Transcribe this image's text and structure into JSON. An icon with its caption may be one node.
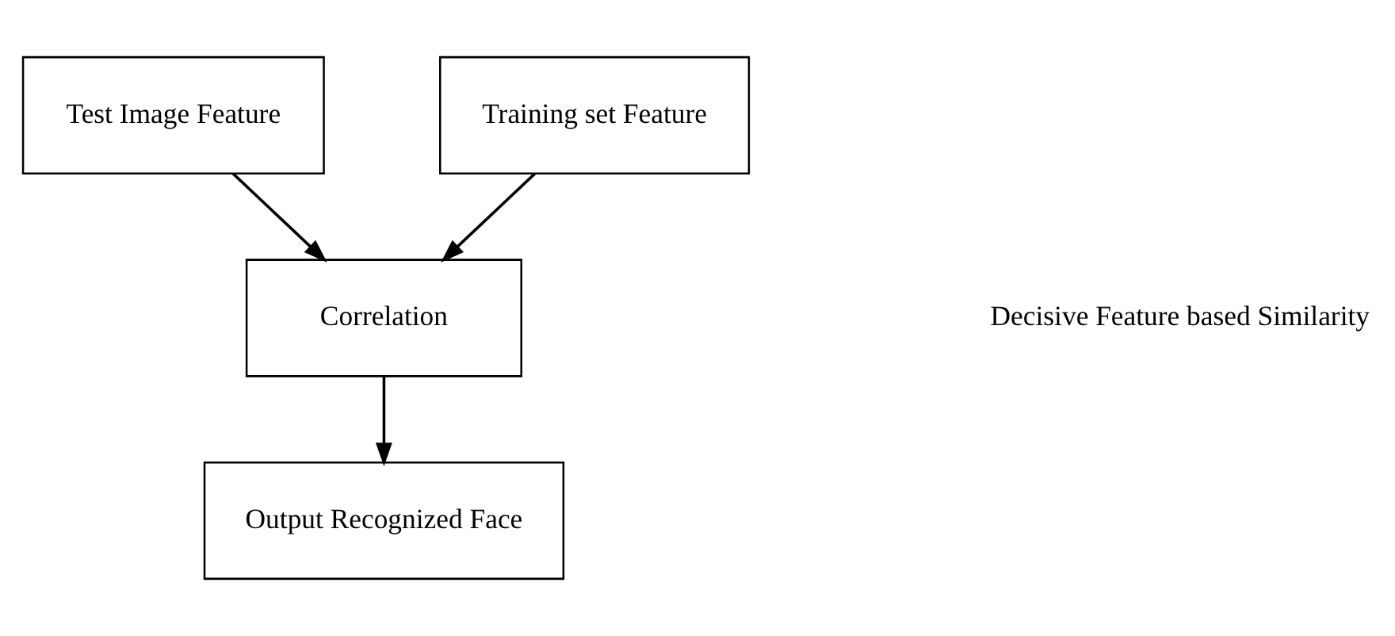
{
  "diagram": {
    "nodes": [
      {
        "text": [
          "Test Image Feature"
        ]
      },
      {
        "text": [
          "Training set Feature"
        ]
      },
      {
        "text": [
          "Correlation"
        ]
      },
      {
        "text": [
          "Output Recognized Face"
        ]
      }
    ],
    "edges": [
      {
        "from": 0,
        "to": 2,
        "arrow": "to"
      },
      {
        "from": 1,
        "to": 2,
        "arrow": "to"
      },
      {
        "from": 2,
        "to": 3,
        "arrow": "to"
      }
    ],
    "labels": [
      "Decisive Feature based Similarity"
    ]
  }
}
